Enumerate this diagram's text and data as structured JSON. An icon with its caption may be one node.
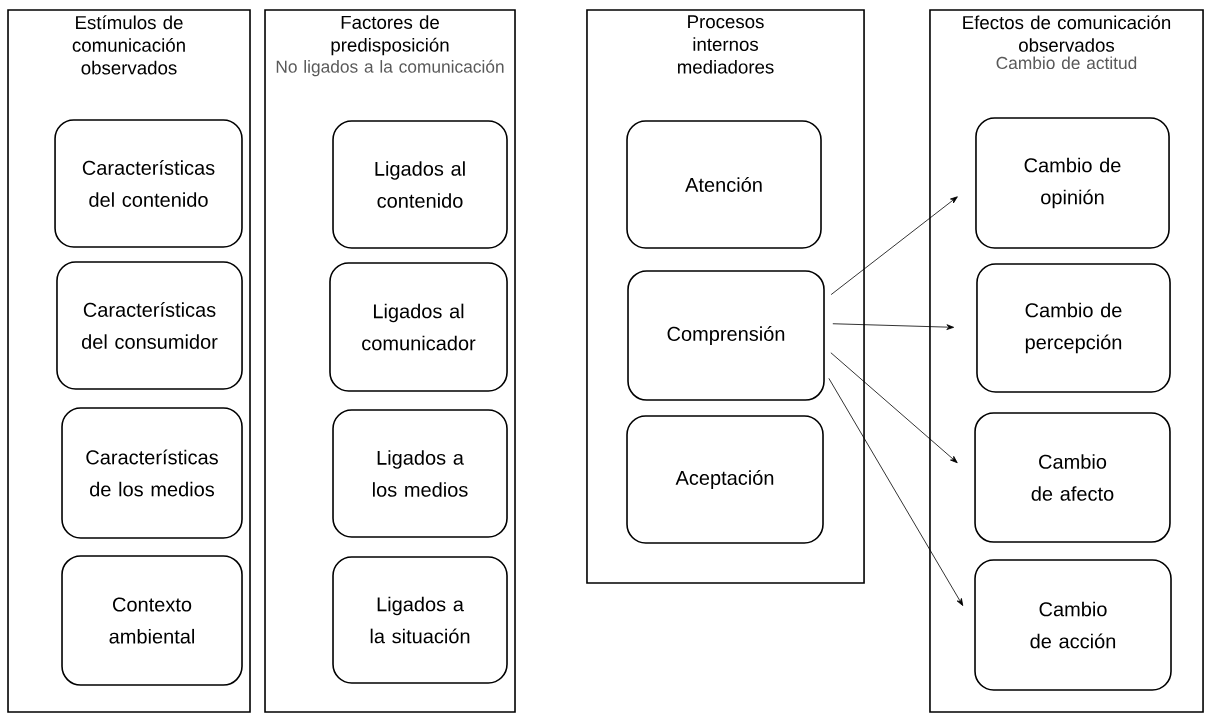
{
  "diagram": {
    "nodes": [
      {
        "text": [
          "Estímulos de comunicación observados"
        ]
      },
      {
        "text": [
          "Características del contenido"
        ],
        "in": 0
      },
      {
        "text": [
          "Características del consumidor"
        ],
        "in": 0
      },
      {
        "text": [
          "Características de los medios"
        ],
        "in": 0
      },
      {
        "text": [
          "Contexto ambiental"
        ],
        "in": 0
      },
      {
        "text": [
          "Factores de predisposición",
          "No ligados a la comunicación"
        ]
      },
      {
        "text": [
          "Ligados al contenido"
        ],
        "in": 5
      },
      {
        "text": [
          "Ligados al comunicador"
        ],
        "in": 5
      },
      {
        "text": [
          "Ligados a los medios"
        ],
        "in": 5
      },
      {
        "text": [
          "Ligados a la situación"
        ],
        "in": 5
      },
      {
        "text": [
          "Procesos internos mediadores"
        ]
      },
      {
        "text": [
          "Atención"
        ],
        "in": 10
      },
      {
        "text": [
          "Comprensión"
        ],
        "in": 10
      },
      {
        "text": [
          "Aceptación"
        ],
        "in": 10
      },
      {
        "text": [
          "Efectos de comunicación observados",
          "Cambio de actitud"
        ]
      },
      {
        "text": [
          "Cambio de opinión"
        ],
        "in": 14
      },
      {
        "text": [
          "Cambio de percepción"
        ],
        "in": 14
      },
      {
        "text": [
          "Cambio de afecto"
        ],
        "in": 14
      },
      {
        "text": [
          "Cambio de acción"
        ],
        "in": 14
      }
    ],
    "edges": [
      {
        "from": 12,
        "to": 15,
        "arrow": "to"
      },
      {
        "from": 12,
        "to": 16,
        "arrow": "to"
      },
      {
        "from": 12,
        "to": 17,
        "arrow": "to"
      },
      {
        "from": 12,
        "to": 18,
        "arrow": "to"
      }
    ]
  }
}
